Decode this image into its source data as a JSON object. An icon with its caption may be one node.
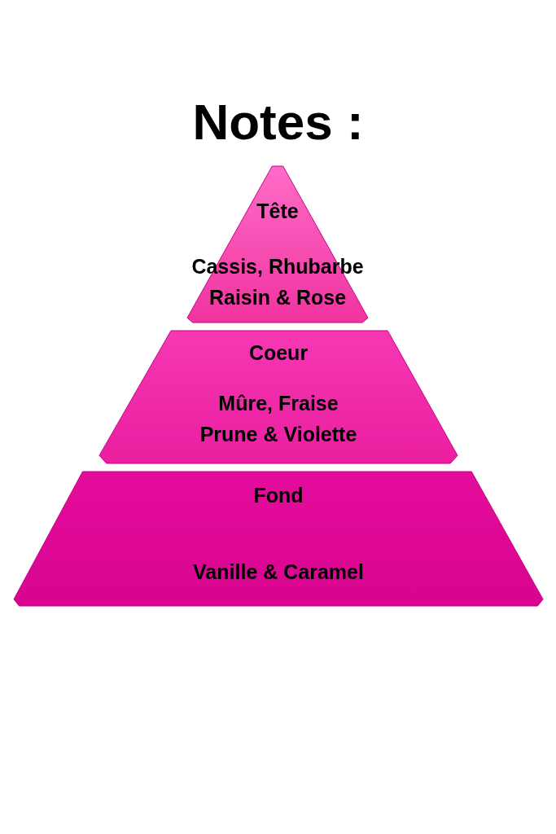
{
  "diagram": {
    "title": "Notes :",
    "nodes": [
      {
        "text": [
          "Tête",
          "Cassis, Rhubarbe Raisin & Rose"
        ]
      },
      {
        "text": [
          "Coeur",
          "Mûre, Fraise Prune & Violette"
        ]
      },
      {
        "text": [
          "Fond",
          "Vanille & Caramel"
        ]
      }
    ]
  }
}
